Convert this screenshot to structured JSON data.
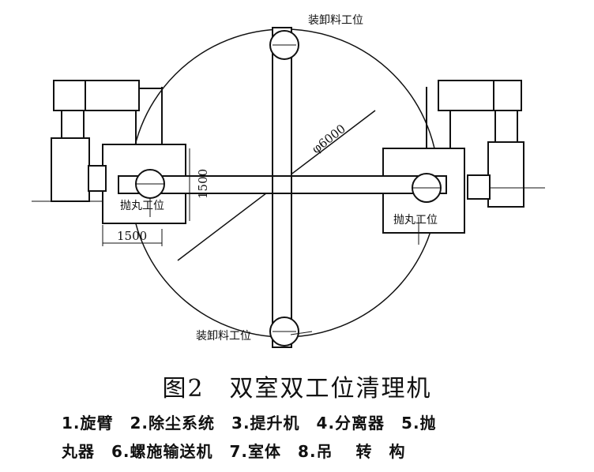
{
  "labels": {
    "station_top": "装卸料工位",
    "station_bottom": "装卸料工位",
    "station_left": "抛丸工位",
    "station_right": "抛丸工位",
    "diameter": "φ6000",
    "dim_vertical": "1500",
    "dim_horizontal": "1500"
  },
  "caption": {
    "title": "图2　双室双工位清理机",
    "legend_line1": "1.旋臂　2.除尘系统　3.提升机　4.分离器　5.抛",
    "legend_line2": "丸器　6.螺施输送机　7.室体　8.吊　 转　构"
  }
}
